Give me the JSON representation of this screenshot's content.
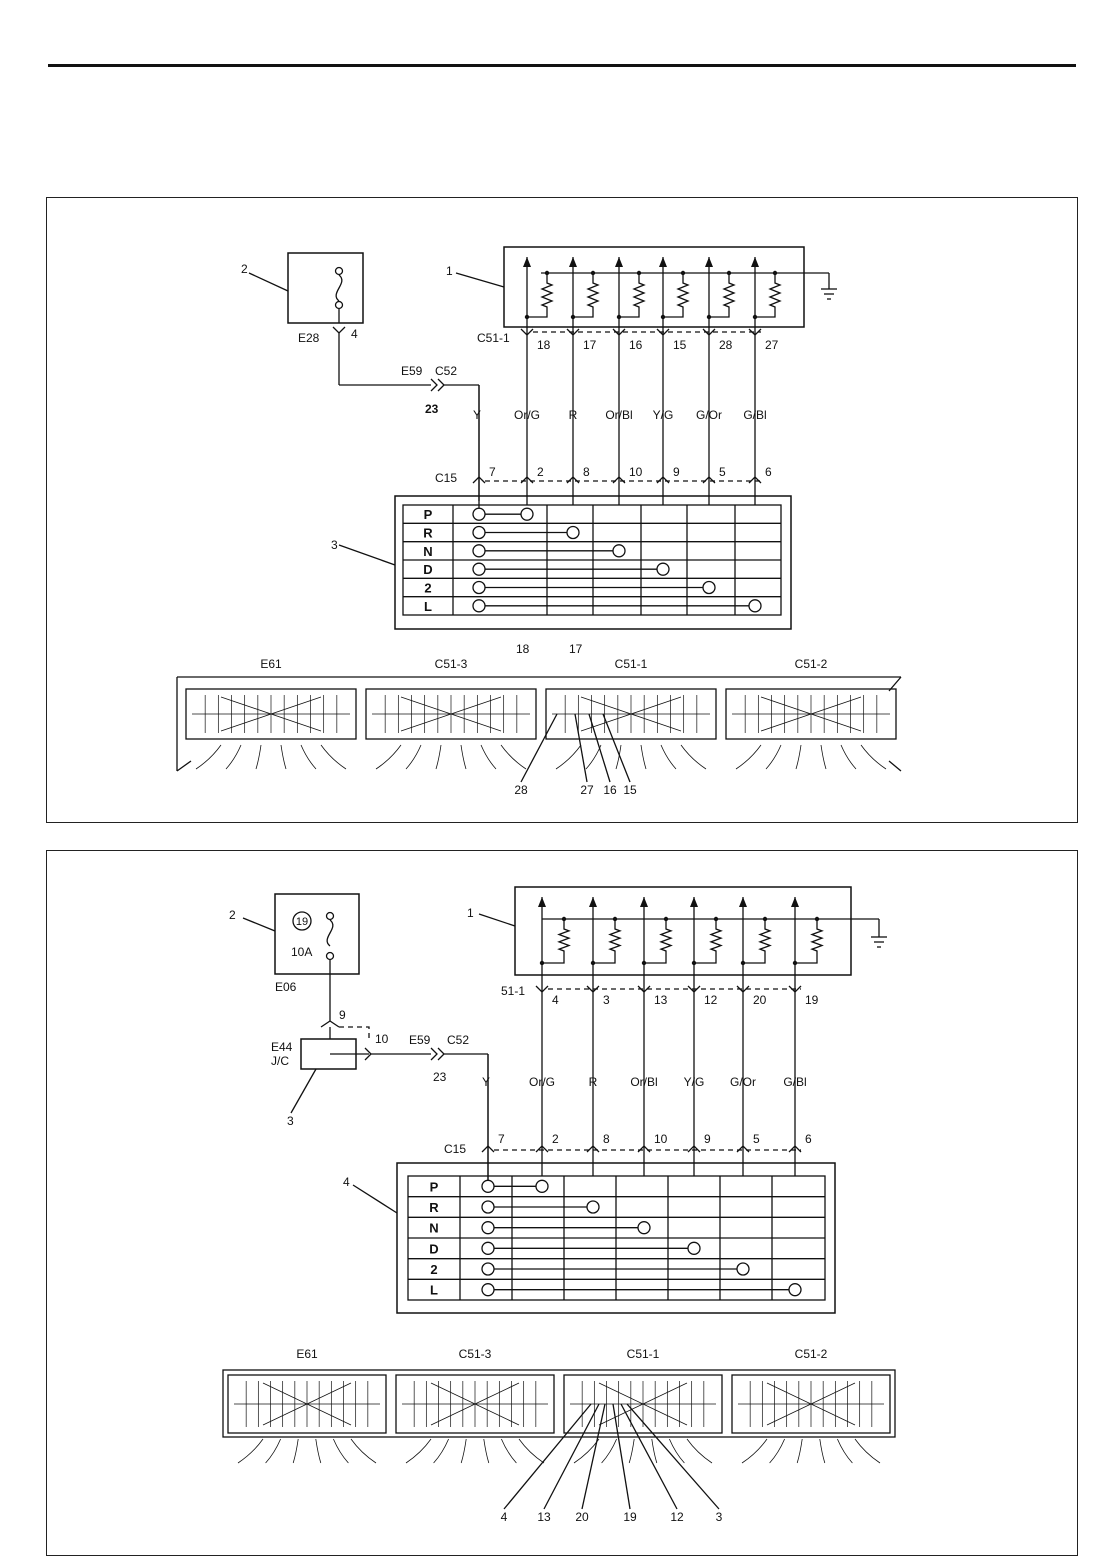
{
  "panel1": {
    "callouts": {
      "switch": "1",
      "fuse_box": "2",
      "range_switch": "3"
    },
    "fuse_box_code": "E28",
    "fuse_box_pin": "4",
    "intermediate_connector": {
      "left": "E59",
      "right": "C52",
      "pin": "23"
    },
    "supply_wire": "Y",
    "ecm_connector": "C51-1",
    "ecm_pins": [
      "18",
      "17",
      "16",
      "15",
      "28",
      "27"
    ],
    "wires": [
      "Or/G",
      "R",
      "Or/Bl",
      "Y/G",
      "G/Or",
      "G/Bl"
    ],
    "switch_connector": "C15",
    "switch_pins": [
      "7",
      "2",
      "8",
      "10",
      "9",
      "5",
      "6"
    ],
    "positions": [
      "P",
      "R",
      "N",
      "D",
      "2",
      "L"
    ],
    "connector_views": [
      "E61",
      "C51-3",
      "C51-1",
      "C51-2"
    ],
    "view_pins_top": [
      "18",
      "17"
    ],
    "view_pins_bottom": [
      "28",
      "27",
      "16",
      "15"
    ]
  },
  "panel2": {
    "callouts": {
      "switch": "1",
      "fuse_box": "2",
      "junction": "3",
      "range_switch": "4"
    },
    "fuse_number": "19",
    "fuse_rating": "10A",
    "fuse_box_code": "E06",
    "fuse_box_pin": "9",
    "junction_pin": "10",
    "junction_code": "E44",
    "junction_label": "J/C",
    "intermediate_connector": {
      "left": "E59",
      "right": "C52",
      "pin": "23"
    },
    "supply_wire": "Y",
    "ecm_connector": "51-1",
    "ecm_pins": [
      "4",
      "3",
      "13",
      "12",
      "20",
      "19"
    ],
    "wires": [
      "Or/G",
      "R",
      "Or/Bl",
      "Y/G",
      "G/Or",
      "G/Bl"
    ],
    "switch_connector": "C15",
    "switch_pins": [
      "7",
      "2",
      "8",
      "10",
      "9",
      "5",
      "6"
    ],
    "positions": [
      "P",
      "R",
      "N",
      "D",
      "2",
      "L"
    ],
    "connector_views": [
      "E61",
      "C51-3",
      "C51-1",
      "C51-2"
    ],
    "view_pins_bottom": [
      "4",
      "13",
      "20",
      "19",
      "12",
      "3"
    ]
  }
}
